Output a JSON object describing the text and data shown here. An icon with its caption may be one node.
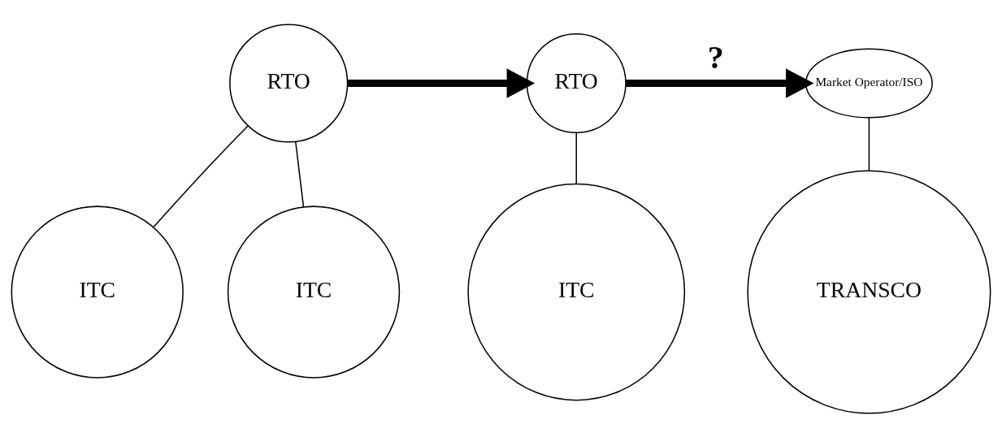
{
  "diagram": {
    "nodes": [
      {
        "text": [
          "RTO"
        ]
      },
      {
        "text": [
          "ITC"
        ]
      },
      {
        "text": [
          "ITC"
        ]
      },
      {
        "text": [
          "RTO"
        ]
      },
      {
        "text": [
          "ITC"
        ]
      },
      {
        "text": [
          "Market Operator/ISO"
        ]
      },
      {
        "text": [
          "TRANSCO"
        ]
      }
    ],
    "edges": [
      {
        "from": 0,
        "to": 1,
        "arrow": "none"
      },
      {
        "from": 0,
        "to": 2,
        "arrow": "none"
      },
      {
        "from": 3,
        "to": 4,
        "arrow": "none"
      },
      {
        "from": 5,
        "to": 6,
        "arrow": "none"
      },
      {
        "from": 0,
        "to": 3,
        "arrow": "to",
        "style": "thick"
      },
      {
        "from": 3,
        "to": 5,
        "arrow": "to",
        "style": "thick",
        "label": "?"
      }
    ]
  }
}
